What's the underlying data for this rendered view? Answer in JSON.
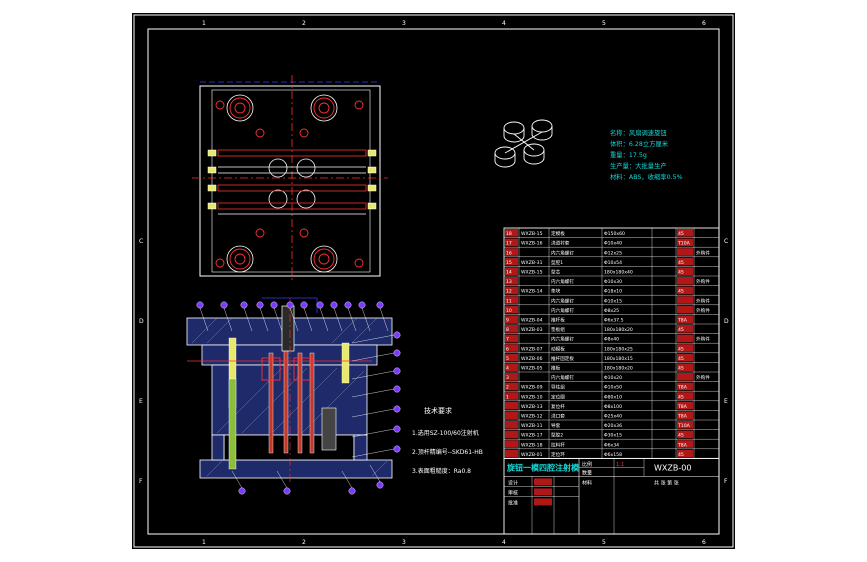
{
  "sheet": {
    "border_numbers_top": [
      "1",
      "2",
      "3",
      "4",
      "5",
      "6"
    ],
    "border_letters_right": [
      "C",
      "D",
      "E",
      "F"
    ]
  },
  "product_info": {
    "lines": [
      "名称：风扇调速旋钮",
      "体积：6.28立方厘米",
      "重量：17.5g",
      "生产量：大批量生产",
      "材料：ABS，收缩率0.5%"
    ],
    "color": "#18d8d8"
  },
  "tech_requirements": {
    "title": "技术要求",
    "items": [
      "1.选用SZ-100/60注射机",
      "2.顶杆精编号--SKD61-HB",
      "3.表面粗糙度：Ra0.8"
    ]
  },
  "bom": {
    "rows": [
      {
        "no": "18",
        "code": "WXZB-15",
        "name": "定模板",
        "spec": "Φ150x60",
        "qty": "",
        "mat": "45",
        "note": ""
      },
      {
        "no": "17",
        "code": "WXZB-16",
        "name": "浇道衬套",
        "spec": "Φ10x40",
        "qty": "",
        "mat": "T10A",
        "note": ""
      },
      {
        "no": "16",
        "code": "",
        "name": "内六角螺钉",
        "spec": "Φ12x25",
        "qty": "",
        "mat": "",
        "note": "外购件"
      },
      {
        "no": "15",
        "code": "WXZB-31",
        "name": "型腔1",
        "spec": "Φ10x54",
        "qty": "",
        "mat": "45",
        "note": ""
      },
      {
        "no": "14",
        "code": "WXZB-15",
        "name": "型芯",
        "spec": "180x180x40",
        "qty": "",
        "mat": "45",
        "note": ""
      },
      {
        "no": "13",
        "code": "",
        "name": "内六角螺钉",
        "spec": "Φ10x30",
        "qty": "",
        "mat": "",
        "note": "外购件"
      },
      {
        "no": "12",
        "code": "WXZB-14",
        "name": "垫块",
        "spec": "Φ18x10",
        "qty": "",
        "mat": "45",
        "note": ""
      },
      {
        "no": "11",
        "code": "",
        "name": "内六角螺钉",
        "spec": "Φ10x15",
        "qty": "",
        "mat": "",
        "note": "外购件"
      },
      {
        "no": "10",
        "code": "",
        "name": "内六角螺钉",
        "spec": "Φ8x25",
        "qty": "",
        "mat": "",
        "note": "外购件"
      },
      {
        "no": "9",
        "code": "WXZB-04",
        "name": "推杆板",
        "spec": "Φ6x37.5",
        "qty": "",
        "mat": "T8A",
        "note": ""
      },
      {
        "no": "8",
        "code": "WXZB-03",
        "name": "垫板组",
        "spec": "180x180x20",
        "qty": "",
        "mat": "45",
        "note": ""
      },
      {
        "no": "7",
        "code": "",
        "name": "内六角螺钉",
        "spec": "Φ8x40",
        "qty": "",
        "mat": "",
        "note": "外购件"
      },
      {
        "no": "6",
        "code": "WXZB-07",
        "name": "动模板",
        "spec": "180x180x25",
        "qty": "",
        "mat": "45",
        "note": ""
      },
      {
        "no": "5",
        "code": "WXZB-06",
        "name": "推杆固定板",
        "spec": "180x180x15",
        "qty": "",
        "mat": "45",
        "note": ""
      },
      {
        "no": "4",
        "code": "WXZB-05",
        "name": "推板",
        "spec": "180x180x20",
        "qty": "",
        "mat": "45",
        "note": ""
      },
      {
        "no": "3",
        "code": "",
        "name": "内六角螺钉",
        "spec": "Φ10x20",
        "qty": "",
        "mat": "",
        "note": "外购件"
      },
      {
        "no": "2",
        "code": "WXZB-09",
        "name": "导柱组",
        "spec": "Φ10x50",
        "qty": "",
        "mat": "T8A",
        "note": ""
      },
      {
        "no": "1",
        "code": "WXZB-10",
        "name": "定位圈",
        "spec": "Φ80x10",
        "qty": "",
        "mat": "45",
        "note": ""
      },
      {
        "no": "",
        "code": "WXZB-13",
        "name": "复位杆",
        "spec": "Φ8x100",
        "qty": "",
        "mat": "T8A",
        "note": ""
      },
      {
        "no": "",
        "code": "WXZB-12",
        "name": "浇口套",
        "spec": "Φ25x40",
        "qty": "",
        "mat": "T8A",
        "note": ""
      },
      {
        "no": "",
        "code": "WXZB-11",
        "name": "导套",
        "spec": "Φ20x36",
        "qty": "",
        "mat": "T10A",
        "note": ""
      },
      {
        "no": "",
        "code": "WXZB-17",
        "name": "型腔2",
        "spec": "Φ30x15",
        "qty": "",
        "mat": "45",
        "note": ""
      },
      {
        "no": "",
        "code": "WXZB-18",
        "name": "拉料杆",
        "spec": "Φ6x34",
        "qty": "",
        "mat": "T8A",
        "note": ""
      },
      {
        "no": "",
        "code": "WXZB-01",
        "name": "定位环",
        "spec": "Φ6x158",
        "qty": "",
        "mat": "45",
        "note": ""
      }
    ]
  },
  "title_block": {
    "title": "旋钮一模四腔注射模",
    "drawing_no": "WXZB-00",
    "scale_label": "比例",
    "scale_value": "1:1",
    "qty_label": "数量",
    "labels": [
      "设计",
      "审核",
      "批准"
    ],
    "material_label": "材料",
    "unit": "共 张 第 张"
  }
}
